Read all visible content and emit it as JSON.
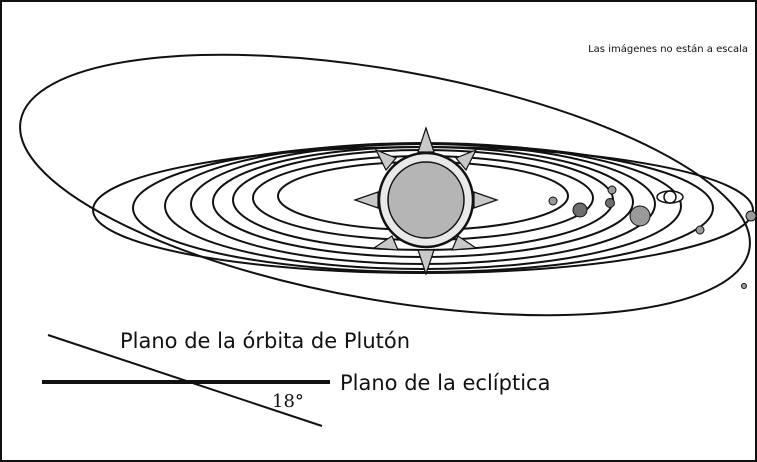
{
  "caption": "Las imágenes no están a escala",
  "labels": {
    "pluto_plane": "Plano de la órbita de Plutón",
    "ecliptic_plane": "Plano de la eclíptica",
    "angle": "18°"
  },
  "colors": {
    "line": "#111111",
    "sun_fill": "#b5b5b5",
    "sun_ray": "#c8c8c8",
    "planet_fill": "#9a9a9a",
    "background": "#ffffff"
  },
  "icons": {
    "sun": "sun-icon",
    "saturn": "ringed-planet-icon"
  }
}
